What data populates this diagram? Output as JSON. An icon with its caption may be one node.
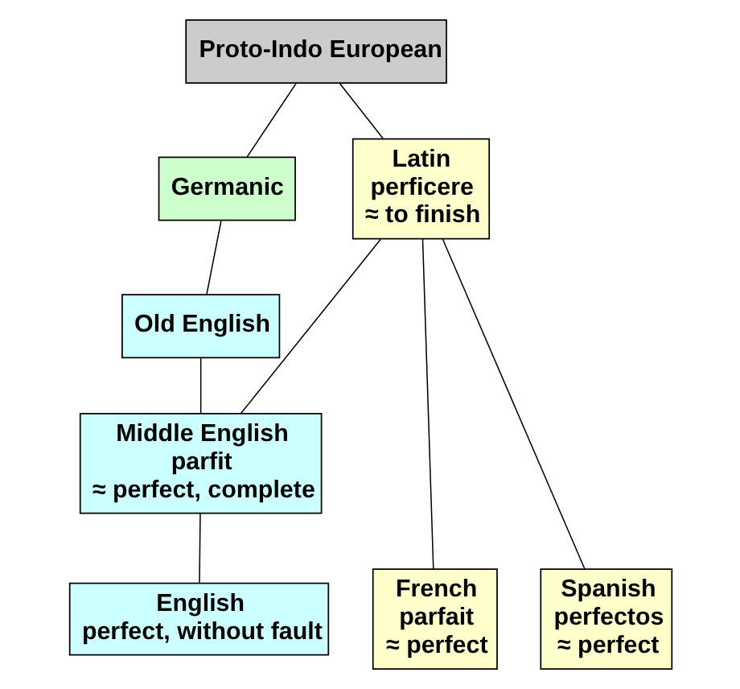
{
  "diagram": {
    "nodes": [
      {
        "text": [
          "Proto-Indo European"
        ]
      },
      {
        "text": [
          "Germanic"
        ]
      },
      {
        "text": [
          "Latin",
          "perficere",
          "≈ to finish"
        ]
      },
      {
        "text": [
          "Old English"
        ]
      },
      {
        "text": [
          "Middle English",
          "parfit",
          "≈ perfect, complete"
        ]
      },
      {
        "text": [
          "English",
          "perfect, without fault"
        ]
      },
      {
        "text": [
          "French",
          "parfait",
          "≈ perfect"
        ]
      },
      {
        "text": [
          "Spanish",
          "perfectos",
          "≈ perfect"
        ]
      }
    ],
    "edges": [
      {
        "from": 0,
        "to": 1,
        "arrow": "none"
      },
      {
        "from": 0,
        "to": 2,
        "arrow": "none"
      },
      {
        "from": 1,
        "to": 3,
        "arrow": "none"
      },
      {
        "from": 3,
        "to": 4,
        "arrow": "none"
      },
      {
        "from": 2,
        "to": 4,
        "arrow": "none"
      },
      {
        "from": 4,
        "to": 5,
        "arrow": "none"
      },
      {
        "from": 2,
        "to": 6,
        "arrow": "none"
      },
      {
        "from": 2,
        "to": 7,
        "arrow": "none"
      }
    ]
  }
}
